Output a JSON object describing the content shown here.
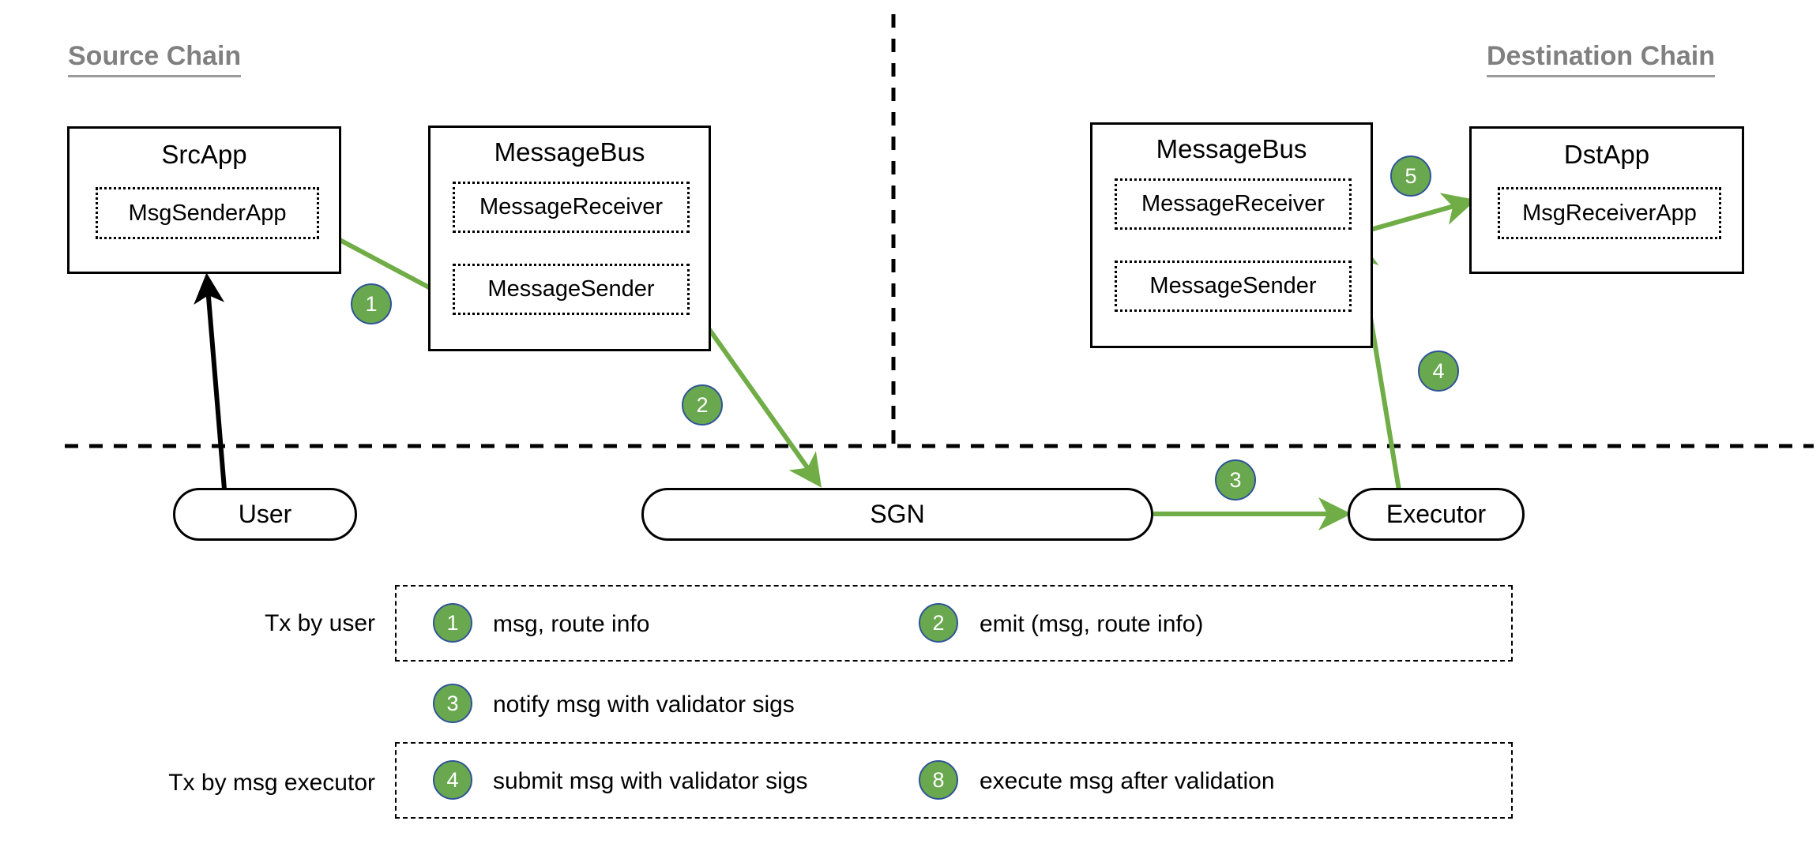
{
  "chains": {
    "source_label": "Source Chain",
    "destination_label": "Destination Chain"
  },
  "nodes": {
    "src_app": {
      "title": "SrcApp",
      "inner": "MsgSenderApp"
    },
    "src_message_bus": {
      "title": "MessageBus",
      "inner_receiver": "MessageReceiver",
      "inner_sender": "MessageSender"
    },
    "dst_message_bus": {
      "title": "MessageBus",
      "inner_receiver": "MessageReceiver",
      "inner_sender": "MessageSender"
    },
    "dst_app": {
      "title": "DstApp",
      "inner": "MsgReceiverApp"
    },
    "user": "User",
    "sgn": "SGN",
    "executor": "Executor"
  },
  "flow_badges": {
    "step1": "1",
    "step2": "2",
    "step3": "3",
    "step4": "4",
    "step5": "5"
  },
  "legend": {
    "row1_label": "Tx by user",
    "row2_label": "Tx by msg executor",
    "items": [
      {
        "num": "1",
        "text": "msg, route info"
      },
      {
        "num": "2",
        "text": "emit (msg, route info)"
      },
      {
        "num": "3",
        "text": "notify msg with validator sigs"
      },
      {
        "num": "4",
        "text": "submit msg with validator sigs"
      },
      {
        "num": "8",
        "text": "execute msg after validation"
      }
    ]
  },
  "colors": {
    "badge_fill": "#6AA84F",
    "badge_stroke": "#2F5496",
    "arrow_green": "#70AD47",
    "arrow_black": "#000000",
    "chain_title": "#808080"
  }
}
